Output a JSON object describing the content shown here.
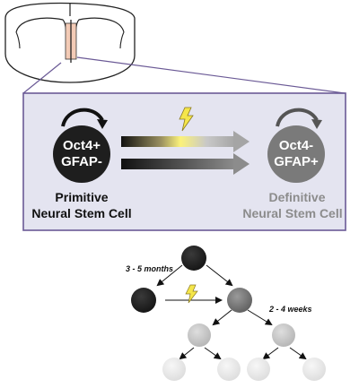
{
  "primitive_cell": {
    "marker_line1": "Oct4+",
    "marker_line2": "GFAP-",
    "caption_line1": "Primitive",
    "caption_line2": "Neural Stem Cell"
  },
  "definitive_cell": {
    "marker_line1": "Oct4-",
    "marker_line2": "GFAP+",
    "caption_line1": "Definitive",
    "caption_line2": "Neural Stem Cell"
  },
  "lineage": {
    "time_primitive": "3 - 5 months",
    "time_definitive": "2 - 4 weeks"
  },
  "colors": {
    "panel_fill": "#e4e4f0",
    "panel_border": "#6b5a96",
    "primitive_cell": "#1e1e1e",
    "definitive_cell": "#7a7a7a",
    "definitive_text": "#8c8c8c",
    "lightning": "#f5e64a"
  },
  "icons": [
    "brain-section-icon",
    "self-renewal-arrow-icon",
    "lightning-icon"
  ]
}
